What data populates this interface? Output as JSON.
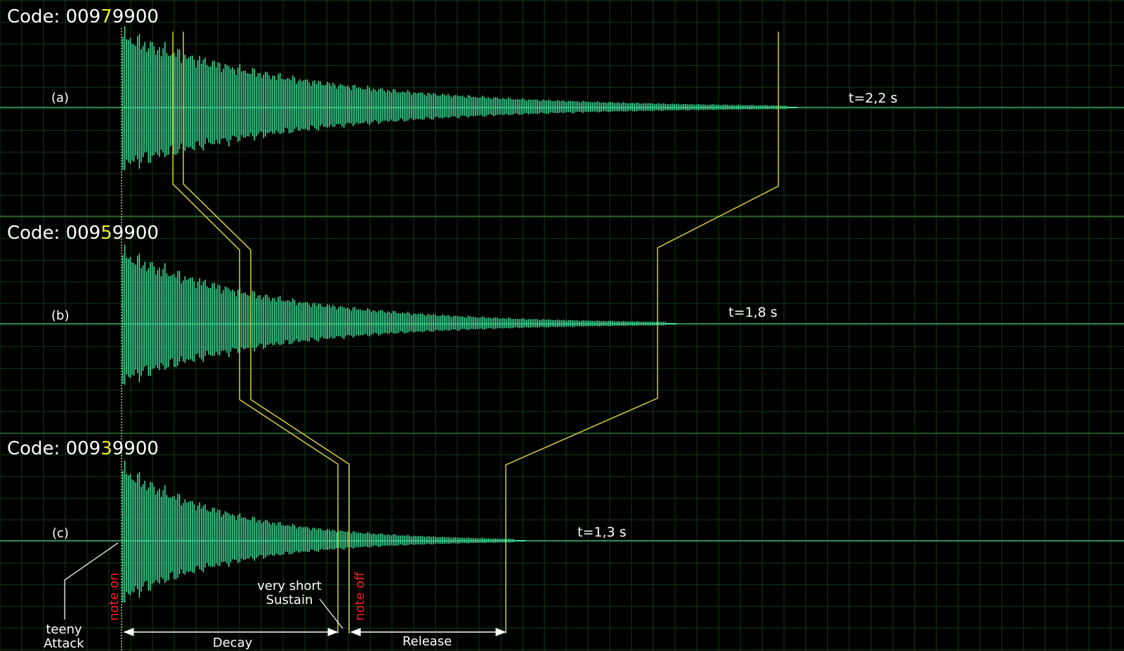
{
  "panels": [
    {
      "code_prefix": "Code: 009",
      "code_digit": "7",
      "code_suffix": "9900",
      "label": "(a)",
      "time": "t=2,2 s",
      "decay_seconds": 2.2
    },
    {
      "code_prefix": "Code: 009",
      "code_digit": "5",
      "code_suffix": "9900",
      "label": "(b)",
      "time": "t=1,8 s",
      "decay_seconds": 1.8
    },
    {
      "code_prefix": "Code: 009",
      "code_digit": "3",
      "code_suffix": "9900",
      "label": "(c)",
      "time": "t=1,3 s",
      "decay_seconds": 1.3
    }
  ],
  "annotations": {
    "note_on": "note on",
    "note_off": "note off",
    "attack_line1": "teeny",
    "attack_line2": "Attack",
    "sustain_line1": "very short",
    "sustain_line2": "Sustain",
    "decay": "Decay",
    "release": "Release"
  },
  "colors": {
    "background": "#000000",
    "grid": "#0f3a14",
    "baseline": "#3fa870",
    "waveform": "#3de39b",
    "guide": "#d8cf3a",
    "highlight_digit": "#f2ec2a",
    "note_marker": "#ff1a1a",
    "arrow": "#ffffff"
  }
}
